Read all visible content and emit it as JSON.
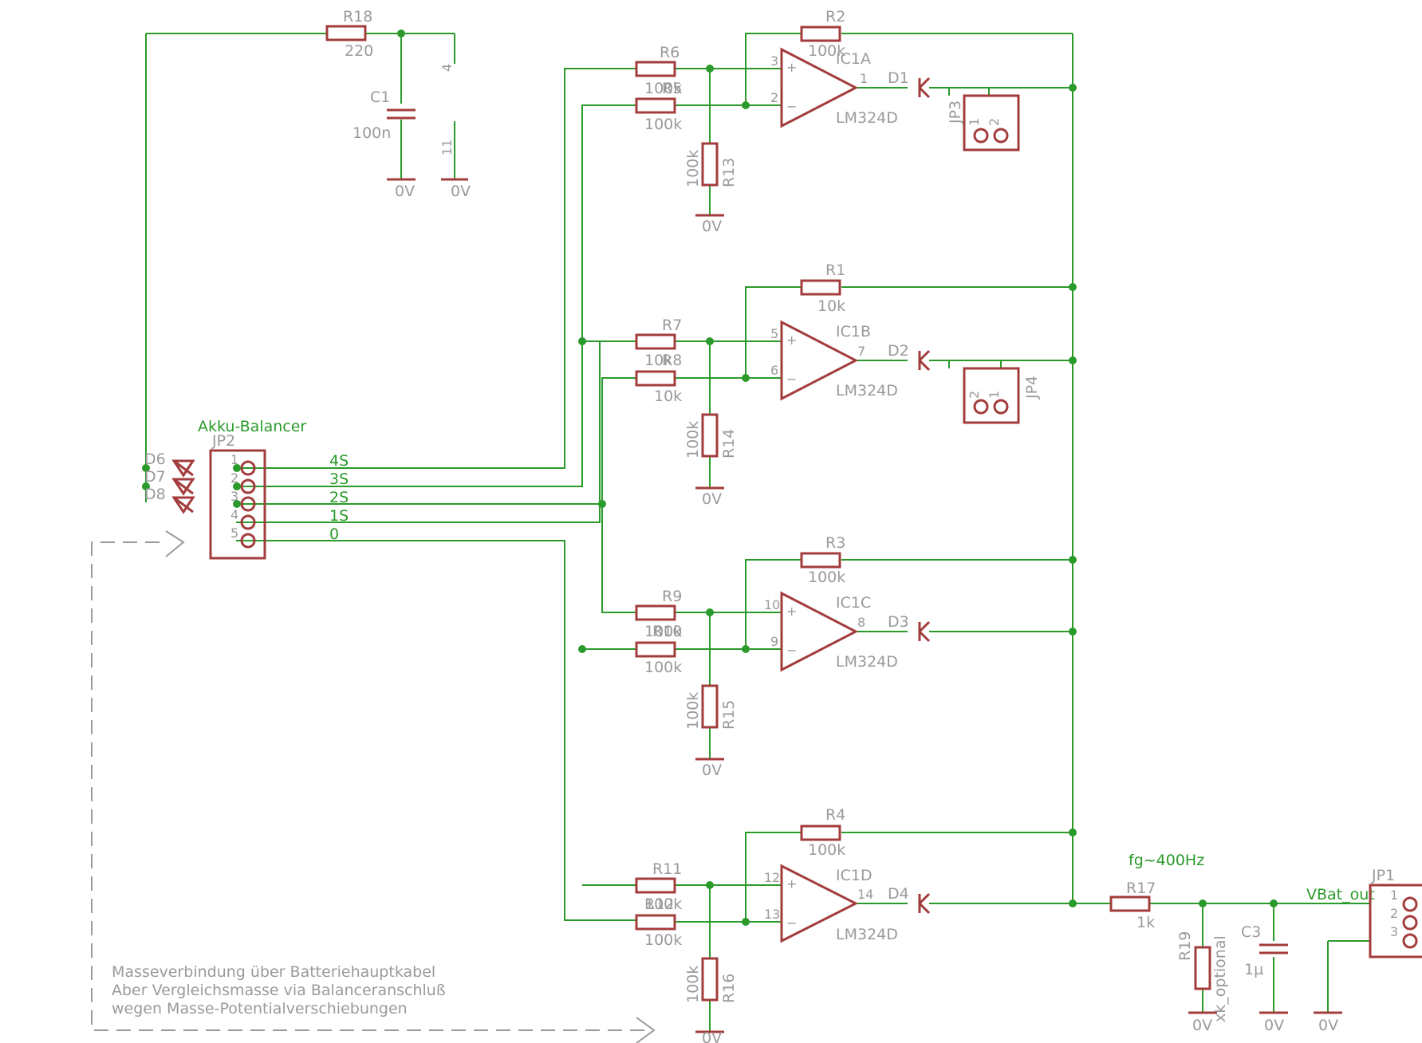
{
  "resistors": [
    {
      "name": "R18",
      "value": "220"
    },
    {
      "name": "R2",
      "value": "100k"
    },
    {
      "name": "R6",
      "value": "100k"
    },
    {
      "name": "R5",
      "value": "100k"
    },
    {
      "name": "R13",
      "value": "100k"
    },
    {
      "name": "R1",
      "value": "10k"
    },
    {
      "name": "R7",
      "value": "10k"
    },
    {
      "name": "R8",
      "value": "10k"
    },
    {
      "name": "R14",
      "value": "100k"
    },
    {
      "name": "R3",
      "value": "100k"
    },
    {
      "name": "R9",
      "value": "100k"
    },
    {
      "name": "R10",
      "value": "100k"
    },
    {
      "name": "R15",
      "value": "100k"
    },
    {
      "name": "R4",
      "value": "100k"
    },
    {
      "name": "R11",
      "value": "100k"
    },
    {
      "name": "R12",
      "value": "100k"
    },
    {
      "name": "R16",
      "value": "100k"
    },
    {
      "name": "R17",
      "value": "1k"
    },
    {
      "name": "R19",
      "value": "xk_optional"
    }
  ],
  "capacitors": [
    {
      "name": "C1",
      "value": "100n"
    },
    {
      "name": "C3",
      "value": "1µ"
    }
  ],
  "opamps": [
    {
      "name": "IC1A",
      "type": "LM324D",
      "in_plus": "3",
      "in_minus": "2",
      "out": "1",
      "diode": "D1"
    },
    {
      "name": "IC1B",
      "type": "LM324D",
      "in_plus": "5",
      "in_minus": "6",
      "out": "7",
      "diode": "D2"
    },
    {
      "name": "IC1C",
      "type": "LM324D",
      "in_plus": "10",
      "in_minus": "9",
      "out": "8",
      "diode": "D3"
    },
    {
      "name": "IC1D",
      "type": "LM324D",
      "in_plus": "12",
      "in_minus": "13",
      "out": "14",
      "diode": "D4"
    }
  ],
  "power_pins": {
    "vcc": "4",
    "gnd": "11"
  },
  "ground_label": "0V",
  "connectors": {
    "jp2": {
      "name": "JP2",
      "title": "Akku-Balancer",
      "pins": [
        "1",
        "2",
        "3",
        "4",
        "5"
      ],
      "nets": [
        "4S",
        "3S",
        "2S",
        "1S",
        "0"
      ]
    },
    "jp3": {
      "name": "JP3",
      "pins": [
        "1",
        "2"
      ]
    },
    "jp4": {
      "name": "JP4",
      "pins": [
        "2",
        "1"
      ]
    },
    "jp1": {
      "name": "JP1",
      "pins": [
        "1",
        "2",
        "3"
      ]
    }
  },
  "balancer_diodes": [
    "D6",
    "D7",
    "D8"
  ],
  "filter_label": "fg~400Hz",
  "output_label": "VBat_out",
  "note": [
    "Masseverbindung über Batteriehauptkabel",
    "Aber Vergleichsmasse via Balanceranschluß",
    "wegen Masse-Potentialverschiebungen"
  ],
  "colors": {
    "wire": "#2a9a2a",
    "part": "#a33c3c",
    "label": "#9a9a9a",
    "net_label": "#2a9a2a"
  }
}
